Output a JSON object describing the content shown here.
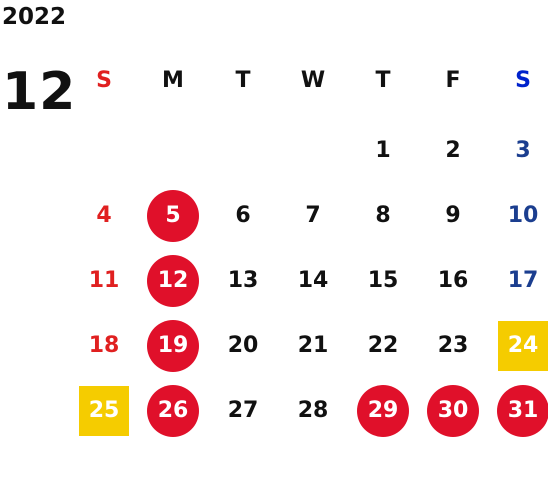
{
  "calendar": {
    "year": "2022",
    "month": "12",
    "colors": {
      "sunday": "#e02020",
      "saturday_header": "#0022cc",
      "saturday": "#1b3e8f",
      "weekday": "#111111",
      "holiday_circle": "#e0102a",
      "highlight_square": "#f5cc00"
    },
    "weekdays": [
      {
        "label": "S",
        "kind": "sun"
      },
      {
        "label": "M",
        "kind": "weekday"
      },
      {
        "label": "T",
        "kind": "weekday"
      },
      {
        "label": "W",
        "kind": "weekday"
      },
      {
        "label": "T",
        "kind": "weekday"
      },
      {
        "label": "F",
        "kind": "weekday"
      },
      {
        "label": "S",
        "kind": "sat"
      }
    ],
    "weeks": [
      [
        null,
        null,
        null,
        null,
        "1",
        "2",
        "3"
      ],
      [
        "4",
        "5",
        "6",
        "7",
        "8",
        "9",
        "10"
      ],
      [
        "11",
        "12",
        "13",
        "14",
        "15",
        "16",
        "17"
      ],
      [
        "18",
        "19",
        "20",
        "21",
        "22",
        "23",
        "24"
      ],
      [
        "25",
        "26",
        "27",
        "28",
        "29",
        "30",
        "31"
      ]
    ],
    "circled_days": [
      "5",
      "12",
      "19",
      "26",
      "29",
      "30",
      "31"
    ],
    "square_days": [
      "24",
      "25"
    ]
  }
}
